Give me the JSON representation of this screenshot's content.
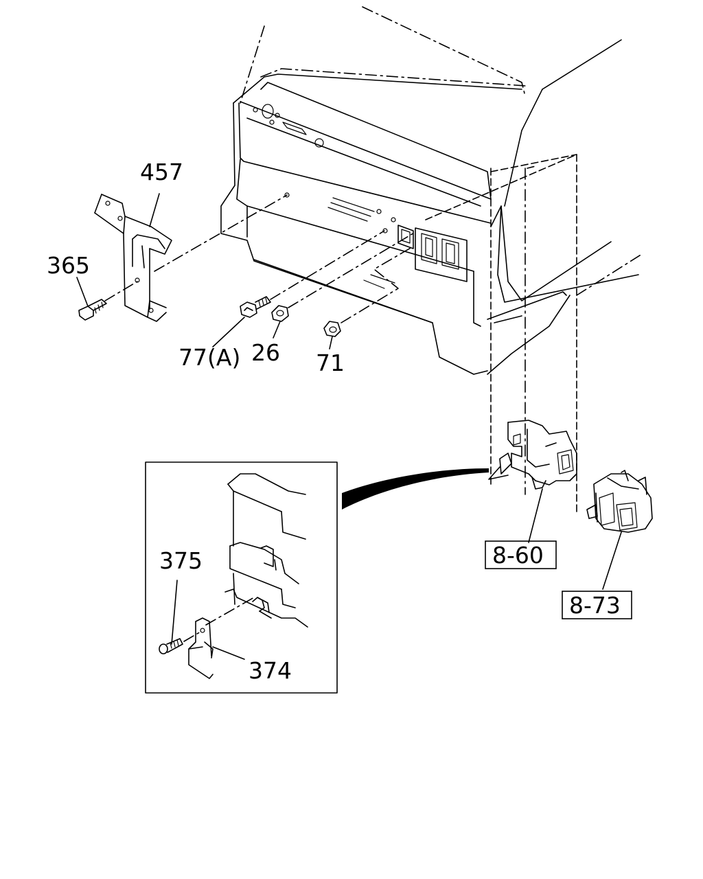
{
  "labels": {
    "p457": "457",
    "p365": "365",
    "p77a": "77(A)",
    "p26": "26",
    "p71": "71",
    "p375": "375",
    "p374": "374"
  },
  "references": {
    "r860": "8-60",
    "r873": "8-73"
  },
  "colors": {
    "line": "#000000",
    "background": "#ffffff"
  }
}
